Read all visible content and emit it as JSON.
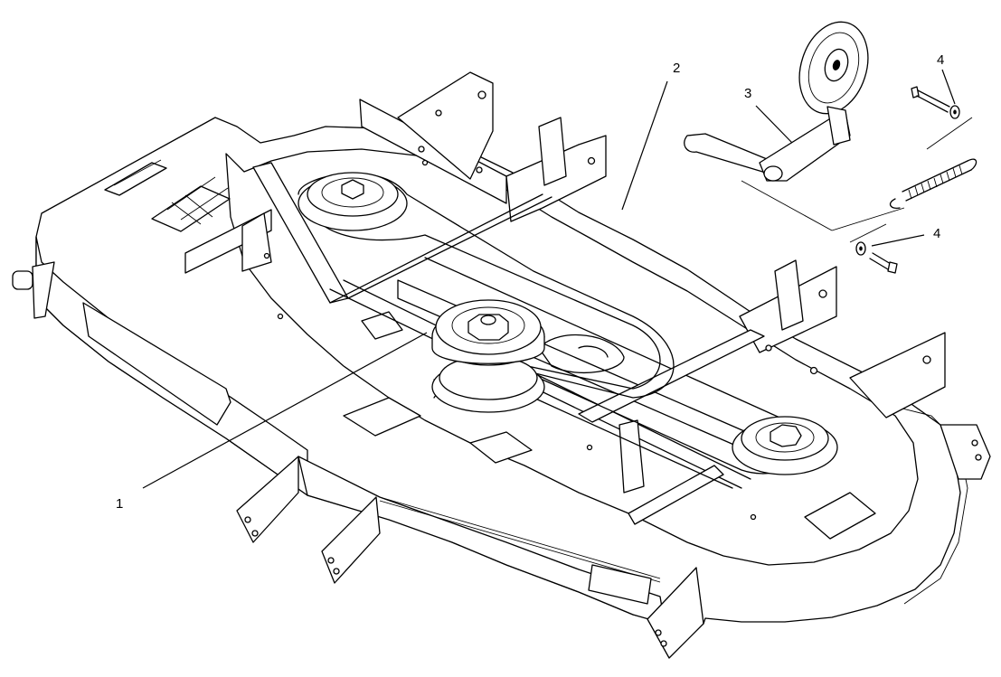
{
  "diagram": {
    "callouts": [
      {
        "id": "1",
        "label": "1"
      },
      {
        "id": "2",
        "label": "2"
      },
      {
        "id": "3",
        "label": "3"
      },
      {
        "id": "4a",
        "label": "4"
      },
      {
        "id": "4b",
        "label": "4"
      }
    ],
    "colors": {
      "line": "#000000",
      "background": "#ffffff"
    },
    "icons": [
      "mower-deck-icon",
      "pulley-icon",
      "idler-arm-icon",
      "spring-icon",
      "bolt-icon",
      "washer-icon"
    ]
  }
}
